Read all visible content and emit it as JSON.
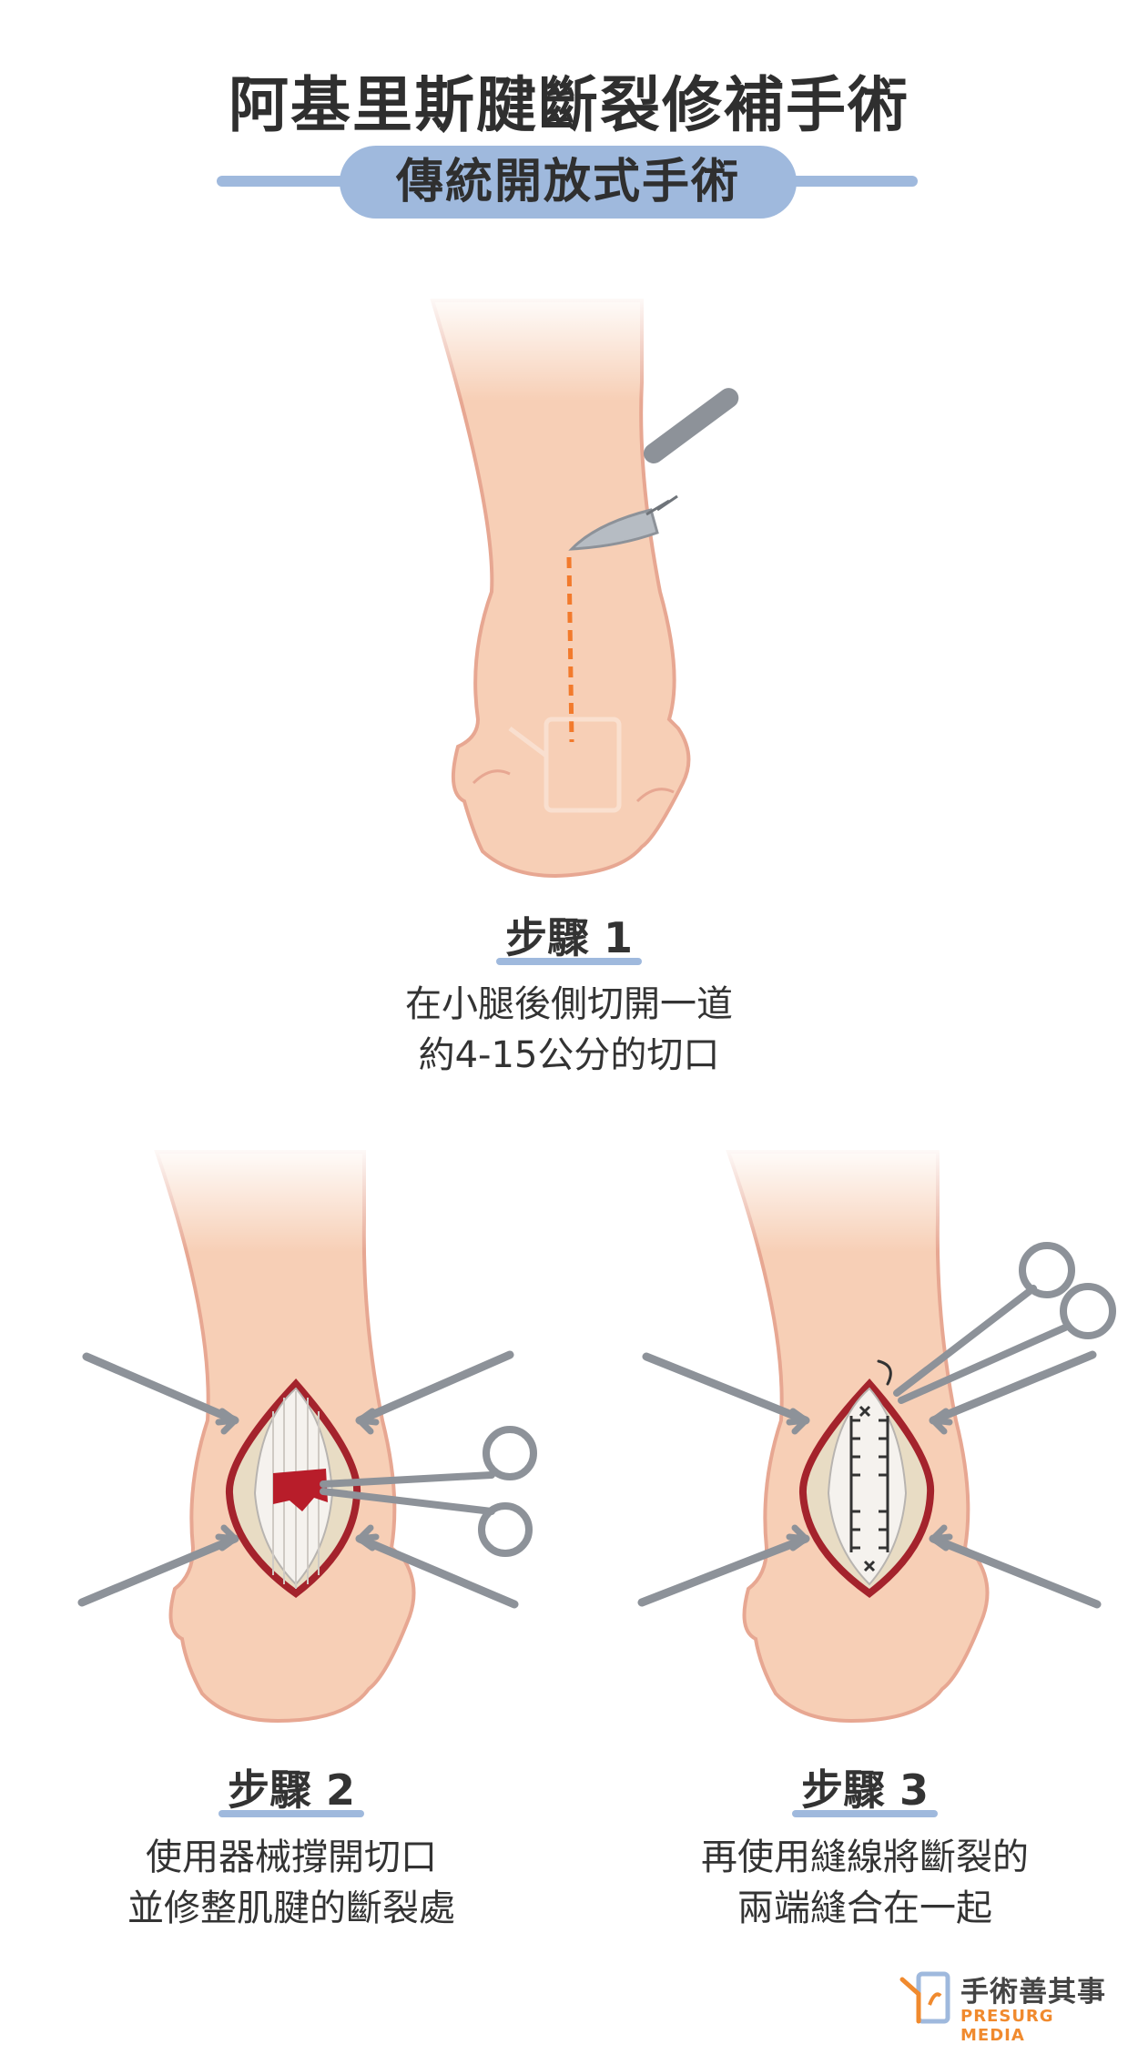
{
  "header": {
    "title": "阿基里斯腱斷裂修補手術",
    "subtitle": "傳統開放式手術"
  },
  "steps": [
    {
      "label": "步驟 1",
      "lines": [
        "在小腿後側切開一道",
        "約4-15公分的切口"
      ]
    },
    {
      "label": "步驟 2",
      "lines": [
        "使用器械撐開切口",
        "並修整肌腱的斷裂處"
      ]
    },
    {
      "label": "步驟 3",
      "lines": [
        "再使用縫線將斷裂的",
        "兩端縫合在一起"
      ]
    }
  ],
  "brand": {
    "name_cn": "手術善其事",
    "name_en": "PRESURG MEDIA"
  },
  "colors": {
    "skin": "#f7cfb6",
    "skin_outline": "#e7a792",
    "accent_blue": "#9fb9dd",
    "incision": "#f27a2c",
    "wound_red": "#b81d2a",
    "instrument": "#8d9299",
    "brand_orange": "#f08a2e"
  }
}
